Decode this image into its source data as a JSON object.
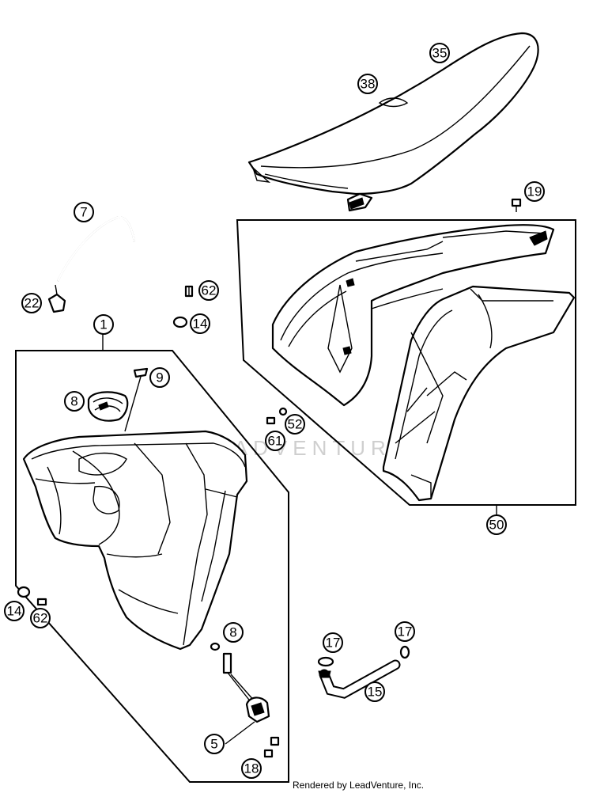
{
  "watermark": "LEADVENTURE",
  "credit": "Rendered by LeadVenture, Inc.",
  "callouts": [
    "35",
    "38",
    "19",
    "7",
    "62",
    "22",
    "14",
    "1",
    "9",
    "8",
    "52",
    "61",
    "50",
    "14",
    "62",
    "8",
    "17",
    "17",
    "15",
    "5",
    "18"
  ]
}
